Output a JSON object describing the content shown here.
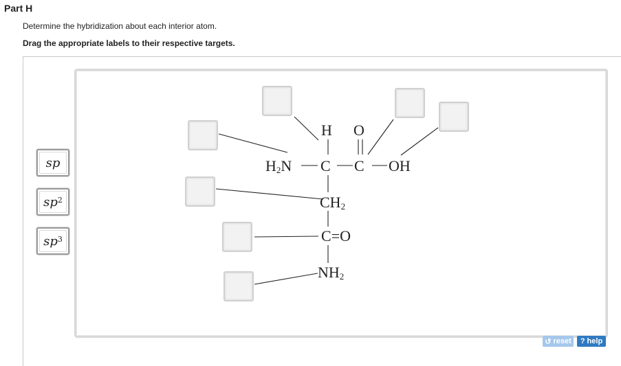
{
  "header": {
    "part_title": "Part H",
    "instruction": "Determine the hybridization about each interior atom.",
    "instruction_bold": "Drag the appropriate labels to their respective targets."
  },
  "labels": [
    {
      "base": "sp",
      "sup": ""
    },
    {
      "base": "sp",
      "sup": "2"
    },
    {
      "base": "sp",
      "sup": "3"
    }
  ],
  "molecule": {
    "h_top": "H",
    "o_top": "O",
    "h2n": "H",
    "h2n_sub": "2",
    "h2n_n": "N",
    "c1": "C",
    "c2": "C",
    "oh": "OH",
    "ch": "CH",
    "ch_sub": "2",
    "co": "C",
    "co_eq": "=",
    "co_o": "O",
    "nh": "NH",
    "nh_sub": "2"
  },
  "buttons": {
    "reset_icon": "↺",
    "reset": "reset",
    "help_icon": "?",
    "help": "help"
  }
}
